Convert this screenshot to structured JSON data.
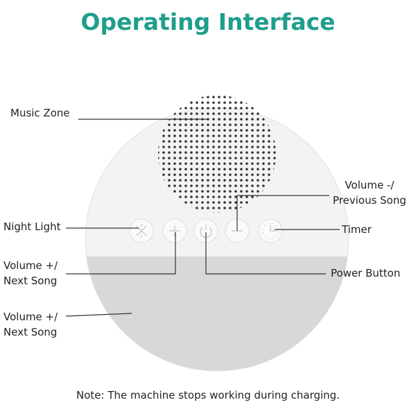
{
  "title": "Operating Interface",
  "labels": {
    "music_zone": "Music Zone",
    "night_light": "Night Light",
    "volume_up_1": [
      "Volume +/",
      "Next Song"
    ],
    "volume_up_2": [
      "Volume +/",
      "Next Song"
    ],
    "volume_down": [
      "Volume -/",
      "Previous Song"
    ],
    "timer": "Timer",
    "power": "Power Button"
  },
  "note": "Note: The machine stops working during charging.",
  "colors": {
    "title": "#1f9e8c",
    "device_top": "#f4f4f4",
    "device_bottom": "#d9d9d9"
  }
}
